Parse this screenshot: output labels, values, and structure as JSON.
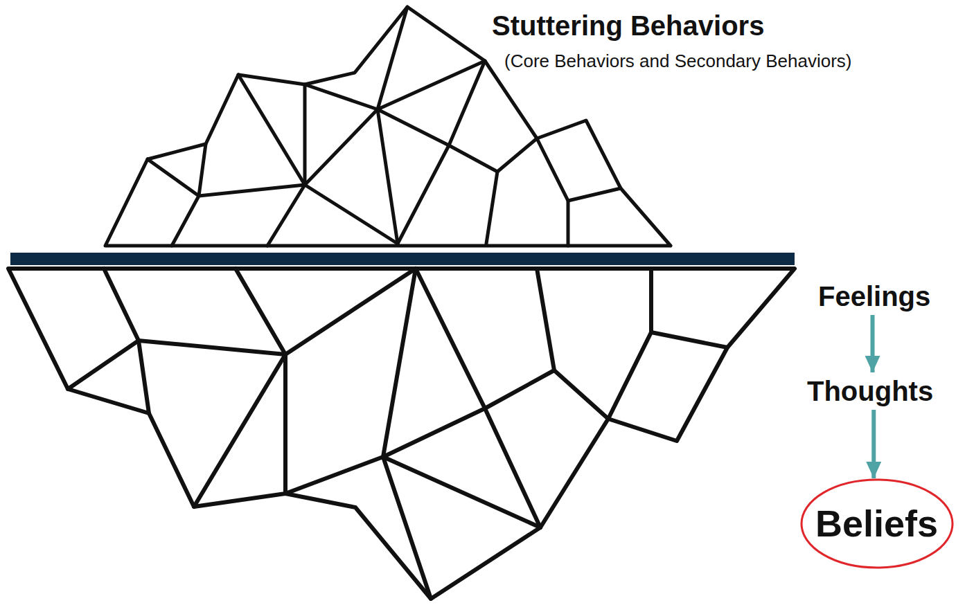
{
  "diagram": {
    "nodes": [
      {
        "text": [
          "Feelings"
        ]
      },
      {
        "text": [
          "Thoughts"
        ]
      },
      {
        "text": [
          "Beliefs"
        ]
      }
    ],
    "edges": [
      {
        "from": 0,
        "to": 1,
        "arrow": "to"
      },
      {
        "from": 1,
        "to": 2,
        "arrow": "to"
      }
    ],
    "labels": [
      "Stuttering Behaviors",
      "(Core Behaviors and Secondary Behaviors)"
    ]
  }
}
